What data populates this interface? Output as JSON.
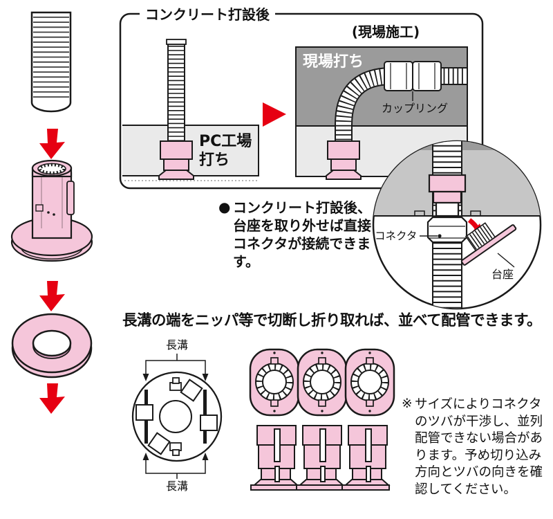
{
  "colors": {
    "pink": "#f5c6da",
    "pink_shadow": "#dda3c1",
    "dark_gray": "#9b9b9b",
    "light_gray": "#eaeaea",
    "detail_slab_gray": "#c6c6c6",
    "red": "#e60012",
    "outline": "#1a1a1a"
  },
  "top_box": {
    "title": "コンクリート打設後",
    "site_heading": "(現場施工)",
    "onsite_label": "現場打ち",
    "pc_label": "PC工場\n打ち",
    "coupling_label": "カップリング"
  },
  "bullet": {
    "marker": "●",
    "text": "コンクリート打設後、\n台座を取り外せば直接\nコネクタが接続できま\nす。"
  },
  "detail_circle": {
    "connector_label": "コネクタ",
    "pedestal_label": "台座"
  },
  "bottom": {
    "heading": "長溝の端をニッパ等で切断し折り取れば、並べて配管できます。",
    "groove_label_top": "長溝",
    "groove_label_bottom": "長溝",
    "note_marker": "※",
    "note_text": "サイズによりコネクタ\nのツバが干渉し、並列\n配管できない場合があ\nります。予め切り込み\n方向とツバの向きを確\n認してください。"
  }
}
